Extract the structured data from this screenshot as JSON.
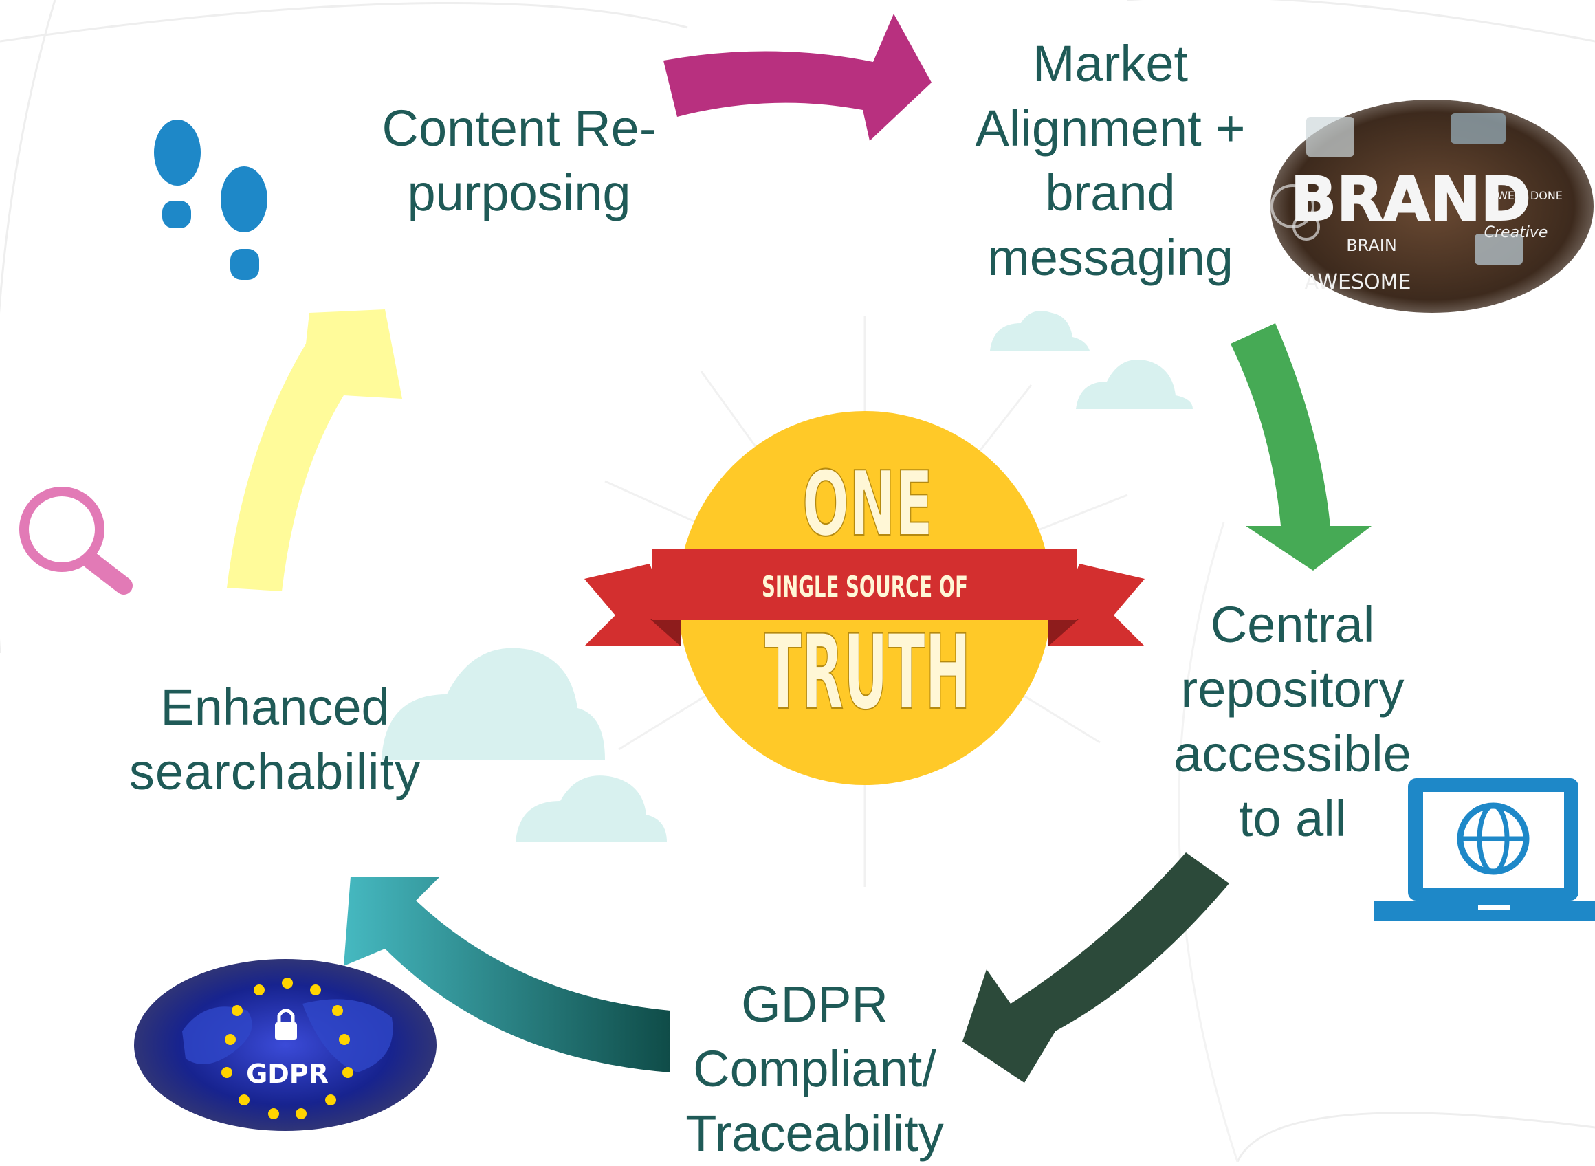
{
  "center": {
    "top_word": "ONE",
    "banner": "SINGLE SOURCE OF",
    "bottom_word": "TRUTH"
  },
  "steps": [
    {
      "id": "content-repurposing",
      "lines": [
        "Content Re-",
        "purposing"
      ],
      "arrow_color": "#b8307f"
    },
    {
      "id": "market-alignment",
      "lines": [
        "Market",
        "Alignment +",
        "brand",
        "messaging"
      ],
      "arrow_color": "#46aa55"
    },
    {
      "id": "central-repository",
      "lines": [
        "Central",
        "repository",
        "accessible",
        "to all"
      ],
      "arrow_color": "#2c4a3a"
    },
    {
      "id": "gdpr-compliant",
      "lines": [
        "GDPR",
        "Compliant/",
        "Traceability"
      ],
      "arrow_color": "#1a5c5a"
    },
    {
      "id": "enhanced-searchability",
      "lines": [
        "Enhanced",
        "searchability"
      ],
      "arrow_color": "#fffb9a"
    }
  ],
  "images": {
    "brand_photo": {
      "word": "BRAND",
      "small_words": [
        "WELL DONE",
        "BRAIN",
        "AWESOME",
        "Creative"
      ]
    },
    "gdpr_badge": {
      "word": "GDPR"
    }
  },
  "icons": [
    "footprints-icon",
    "magnifier-icon",
    "laptop-globe-icon",
    "cloud-icon"
  ],
  "colors": {
    "text": "#1f5a57",
    "sun": "#ffc928",
    "ribbon": "#d32f2f",
    "ribbon_dark": "#a82323",
    "icon_blue": "#1e88c8",
    "magnifier": "#e27ab6",
    "cloud": "#d8f1ef"
  }
}
